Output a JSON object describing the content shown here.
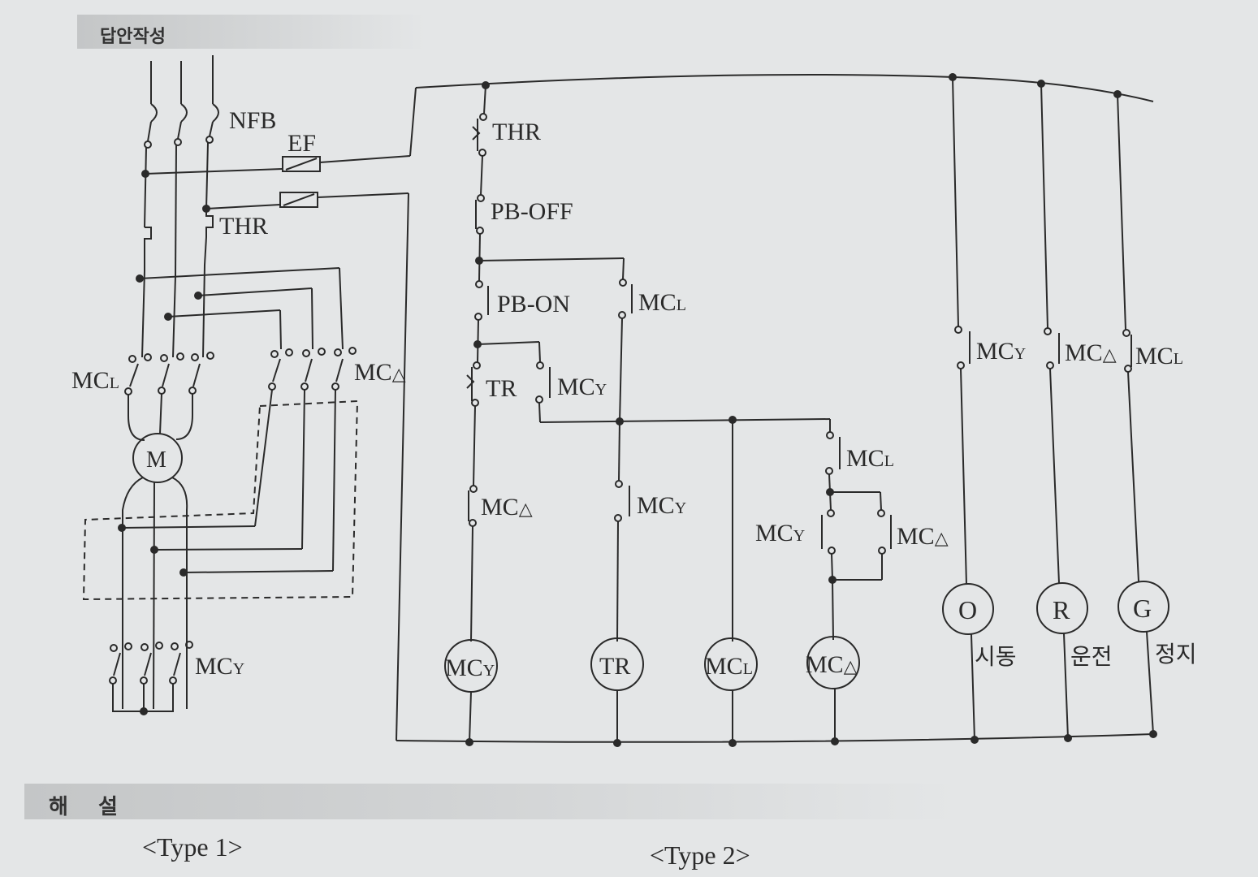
{
  "header": {
    "title": "답안작성"
  },
  "section": {
    "title": "해 설"
  },
  "captions": {
    "type1": "<Type 1>",
    "type2": "<Type 2>"
  },
  "power": {
    "nfb": "NFB",
    "ef": "EF",
    "thr": "THR",
    "mc_l": "MC",
    "mc_delta": "MC",
    "mc_y": "MC",
    "motor": "M"
  },
  "control": {
    "thr": "THR",
    "pb_off": "PB-OFF",
    "pb_on": "PB-ON",
    "mcl_hold": "MC",
    "tr": "TR",
    "mcy_tr": "MC",
    "mcd_interlock": "MC",
    "mcy_interlock": "MC",
    "mcl_delta": "MC",
    "mcy_delta": "MC",
    "mcd_delta": "MC"
  },
  "coils": [
    "MC",
    "TR",
    "MC",
    "MC"
  ],
  "coil_subs": [
    "Y",
    "",
    "L",
    "△"
  ],
  "subs": {
    "L": "L",
    "Y": "Y",
    "D": "△"
  },
  "lamps": [
    {
      "letter": "O",
      "label": "시동",
      "contact": "MC",
      "sub": "Y"
    },
    {
      "letter": "R",
      "label": "운전",
      "contact": "MC",
      "sub": "△"
    },
    {
      "letter": "G",
      "label": "정지",
      "contact": "MC",
      "sub": "L"
    }
  ],
  "colors": {
    "ink": "#2a2a2a",
    "paper": "#e4e6e7",
    "banner": "#c9cbcc"
  }
}
